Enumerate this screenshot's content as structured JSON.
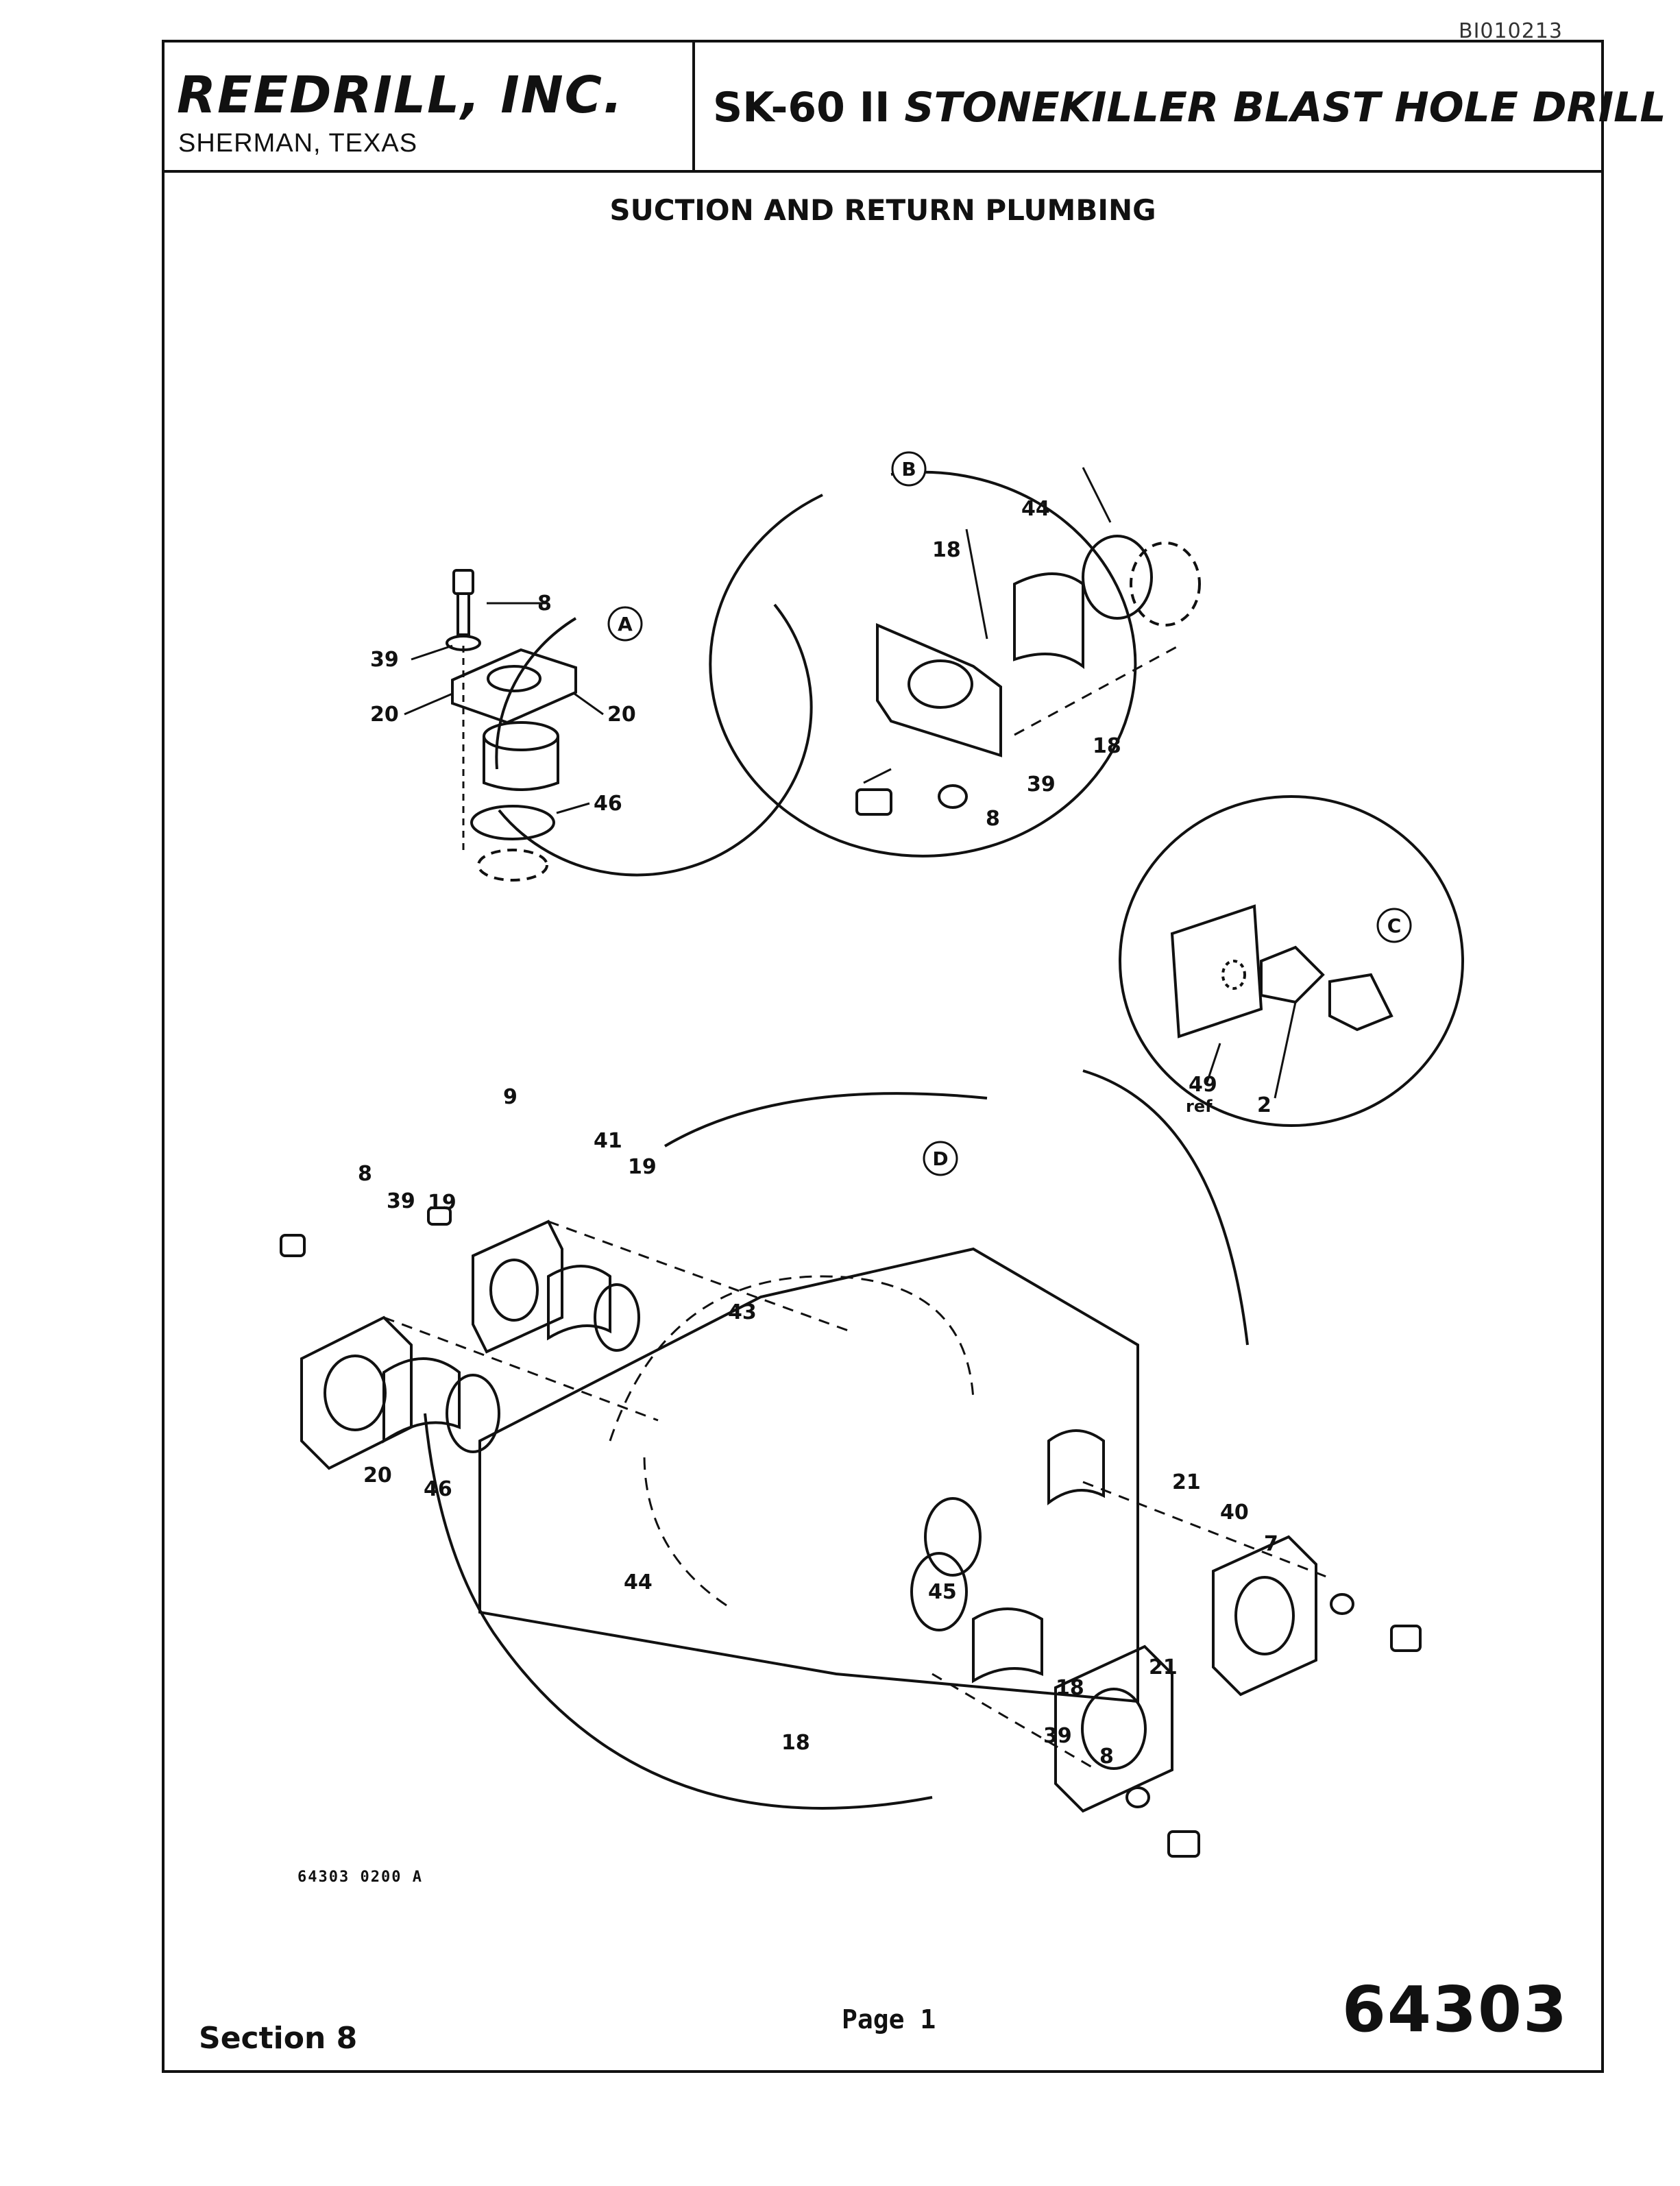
{
  "document_id": "BI010213",
  "header": {
    "company": "REEDRILL, INC.",
    "location": "SHERMAN, TEXAS",
    "model": "SK-60 II",
    "machine": "STONEKILLER BLAST HOLE DRILL"
  },
  "section_title": "SUCTION AND RETURN PLUMBING",
  "details": {
    "a": "A",
    "b": "B",
    "c": "C",
    "d": "D"
  },
  "callouts": {
    "a_8": "8",
    "a_39": "39",
    "a_20_left": "20",
    "a_20_right": "20",
    "a_46": "46",
    "b_44": "44",
    "b_18_top": "18",
    "b_18_bottom": "18",
    "b_39": "39",
    "b_8": "8",
    "c_49": "49",
    "c_ref": "ref",
    "c_2": "2",
    "d_9": "9",
    "d_41": "41",
    "d_19_right": "19",
    "d_19_left": "19",
    "d_8_top": "8",
    "d_39_top": "39",
    "d_43": "43",
    "d_20": "20",
    "d_46": "46",
    "d_21_top": "21",
    "d_40": "40",
    "d_7": "7",
    "d_21_bottom": "21",
    "d_44": "44",
    "d_45": "45",
    "d_18_right": "18",
    "d_18_left": "18",
    "d_39_bottom": "39",
    "d_8_bottom": "8"
  },
  "drawing_number": "64303   0200   A",
  "footer": {
    "section": "Section 8",
    "page": "Page 1",
    "page_number": "64303"
  }
}
